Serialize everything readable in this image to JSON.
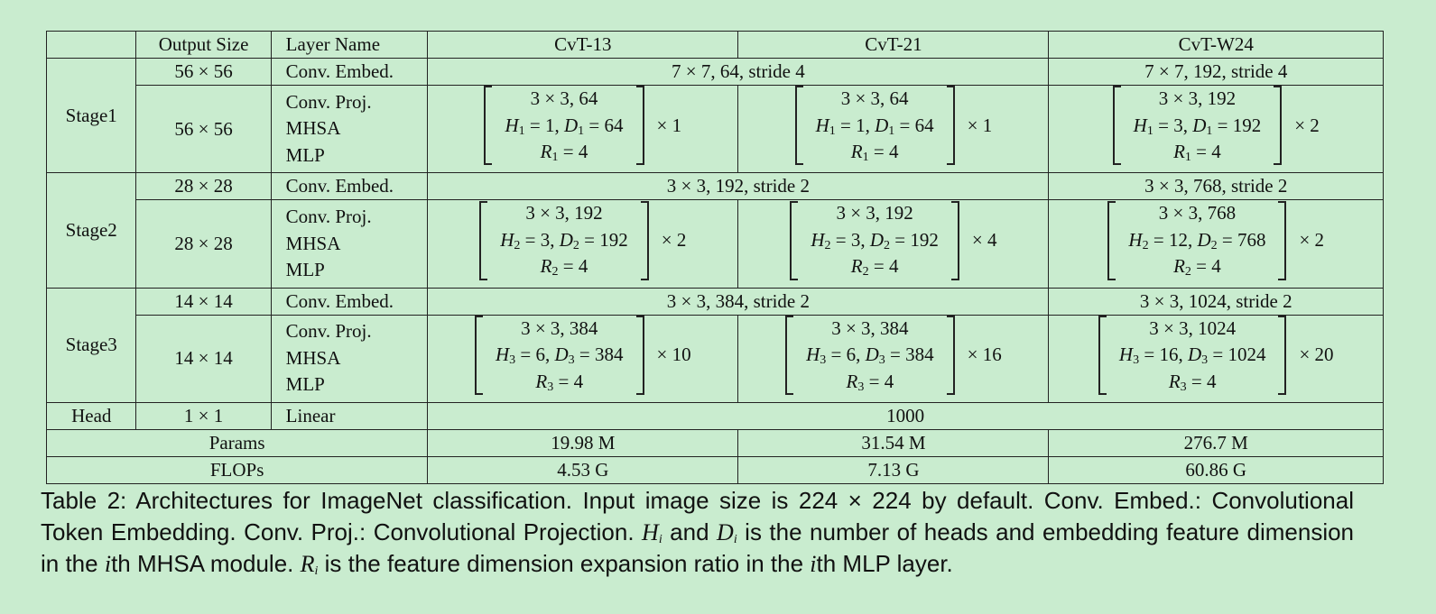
{
  "header": {
    "output_size": "Output Size",
    "layer_name": "Layer Name",
    "models": [
      "CvT-13",
      "CvT-21",
      "CvT-W24"
    ]
  },
  "stages": [
    {
      "name": "Stage1",
      "embed": {
        "output_size": "56 × 56",
        "layer": "Conv. Embed.",
        "shared": "7 × 7, 64, stride 4",
        "w24": "7 × 7, 192, stride 4"
      },
      "block": {
        "output_size": "56 × 56",
        "layers": [
          "Conv. Proj.",
          "MHSA",
          "MLP"
        ],
        "models": [
          {
            "kernel": "3 × 3, 64",
            "h_val": "1",
            "d_val": "64",
            "r_val": "4",
            "mult": "× 1"
          },
          {
            "kernel": "3 × 3, 64",
            "h_val": "1",
            "d_val": "64",
            "r_val": "4",
            "mult": "× 1"
          },
          {
            "kernel": "3 × 3, 192",
            "h_val": "3",
            "d_val": "192",
            "r_val": "4",
            "mult": "× 2"
          }
        ]
      }
    },
    {
      "name": "Stage2",
      "embed": {
        "output_size": "28 × 28",
        "layer": "Conv. Embed.",
        "shared": "3 × 3, 192, stride 2",
        "w24": "3 × 3, 768, stride 2"
      },
      "block": {
        "output_size": "28 × 28",
        "layers": [
          "Conv. Proj.",
          "MHSA",
          "MLP"
        ],
        "models": [
          {
            "kernel": "3 × 3, 192",
            "h_val": "3",
            "d_val": "192",
            "r_val": "4",
            "mult": "× 2"
          },
          {
            "kernel": "3 × 3, 192",
            "h_val": "3",
            "d_val": "192",
            "r_val": "4",
            "mult": "× 4"
          },
          {
            "kernel": "3 × 3, 768",
            "h_val": "12",
            "d_val": "768",
            "r_val": "4",
            "mult": "× 2"
          }
        ]
      }
    },
    {
      "name": "Stage3",
      "embed": {
        "output_size": "14 × 14",
        "layer": "Conv. Embed.",
        "shared": "3 × 3, 384, stride 2",
        "w24": "3 × 3, 1024, stride 2"
      },
      "block": {
        "output_size": "14 × 14",
        "layers": [
          "Conv. Proj.",
          "MHSA",
          "MLP"
        ],
        "models": [
          {
            "kernel": "3 × 3, 384",
            "h_val": "6",
            "d_val": "384",
            "r_val": "4",
            "mult": "× 10"
          },
          {
            "kernel": "3 × 3, 384",
            "h_val": "6",
            "d_val": "384",
            "r_val": "4",
            "mult": "× 16"
          },
          {
            "kernel": "3 × 3, 1024",
            "h_val": "16",
            "d_val": "1024",
            "r_val": "4",
            "mult": "× 20"
          }
        ]
      }
    }
  ],
  "head": {
    "name": "Head",
    "output_size": "1 × 1",
    "layer": "Linear",
    "value": "1000"
  },
  "params": {
    "label": "Params",
    "values": [
      "19.98 M",
      "31.54 M",
      "276.7 M"
    ]
  },
  "flops": {
    "label": "FLOPs",
    "values": [
      "4.53 G",
      "7.13 G",
      "60.86 G"
    ]
  },
  "caption": {
    "p1": "Table 2: Architectures for ImageNet classification. Input image size is 224 × 224 by default. Conv. Embed.: Convolutional Token Embedding. Conv. Proj.: Convolutional Projection. ",
    "Hi": "H",
    "and": " and ",
    "Di": "D",
    "p2": " is the number of heads and embedding feature dimension in the ",
    "i1": "i",
    "p3": "th MHSA module. ",
    "Ri": "R",
    "p4": " is the feature dimension expansion ratio in the ",
    "i2": "i",
    "p5": "th MLP layer.",
    "sub": "i"
  }
}
